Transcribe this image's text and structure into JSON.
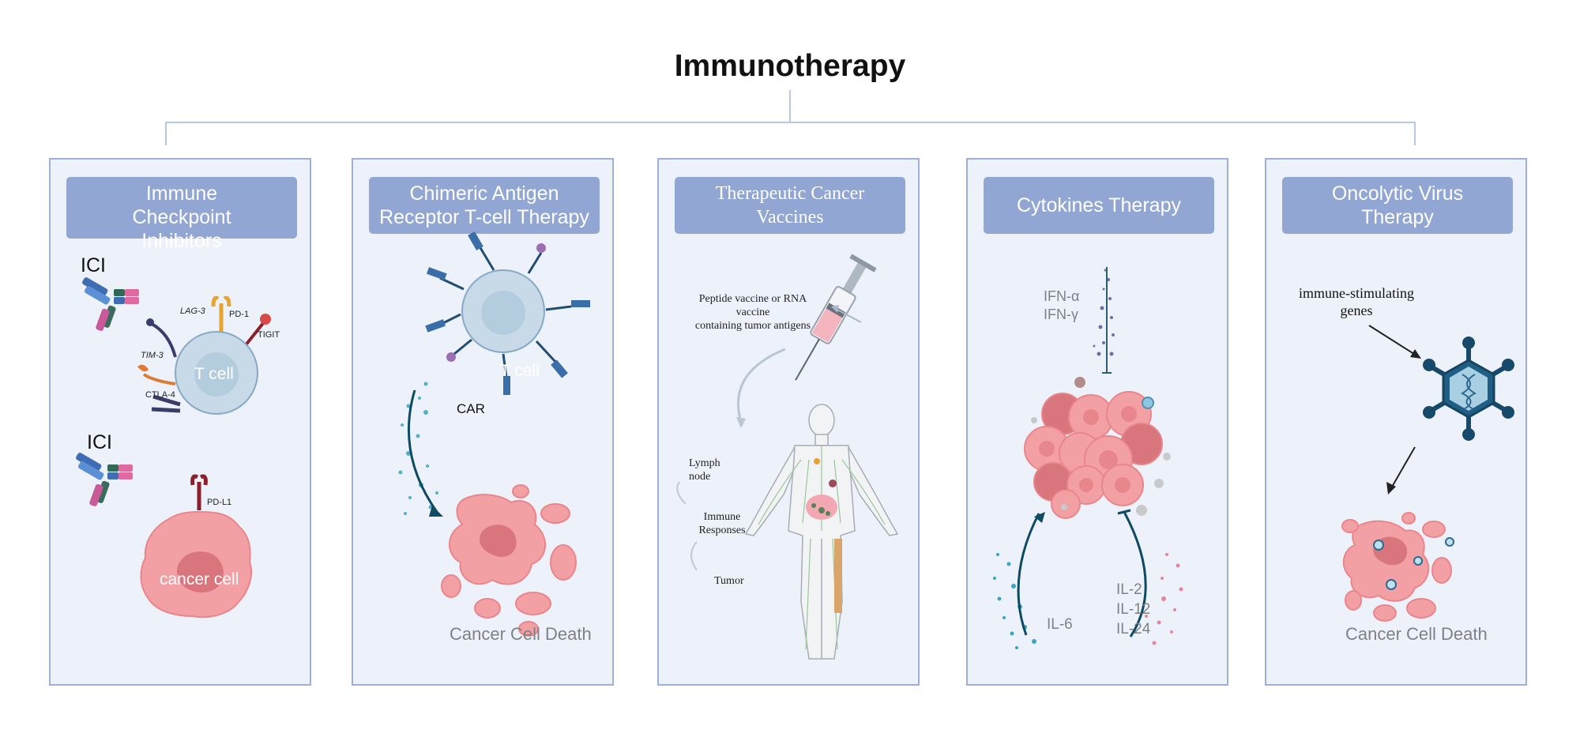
{
  "title": "Immunotherapy",
  "colors": {
    "panel_bg": "#edf2fa",
    "panel_border": "#9cb0d8",
    "header_bg": "#91a6d2",
    "cancer_cell": "#f3a0a5",
    "t_cell": "#c8dae7"
  },
  "panels": [
    {
      "header": "Immune\nCheckpoint\nInhibitors",
      "labels": {
        "ici_top": "ICI",
        "ici_bottom": "ICI",
        "lag3": "LAG-3",
        "pd1": "PD-1",
        "tigit": "TIGIT",
        "tim3": "TIM-3",
        "ctla4": "CTLA-4",
        "t_cell": "T cell",
        "pdl1": "PD-L1",
        "cancer_cell": "cancer cell"
      }
    },
    {
      "header": "Chimeric Antigen\nReceptor T-cell Therapy",
      "labels": {
        "t_cell": "T cell",
        "car": "CAR",
        "result": "Cancer Cell Death"
      }
    },
    {
      "header": "Therapeutic Cancer\nVaccines",
      "labels": {
        "vaccine": "Peptide vaccine or RNA\nvaccine\ncontaining tumor antigens",
        "lymph": "Lymph\nnode",
        "immune": "Immune\nResponses",
        "tumor": "Tumor"
      }
    },
    {
      "header": "Cytokines Therapy",
      "labels": {
        "ifn": "IFN-α\nIFN-γ",
        "il6": "IL-6",
        "il_group": "IL-2\nIL-12\nIL-24"
      }
    },
    {
      "header": "Oncolytic Virus\nTherapy",
      "labels": {
        "genes": "immune-stimulating\ngenes",
        "result": "Cancer Cell Death"
      }
    }
  ]
}
